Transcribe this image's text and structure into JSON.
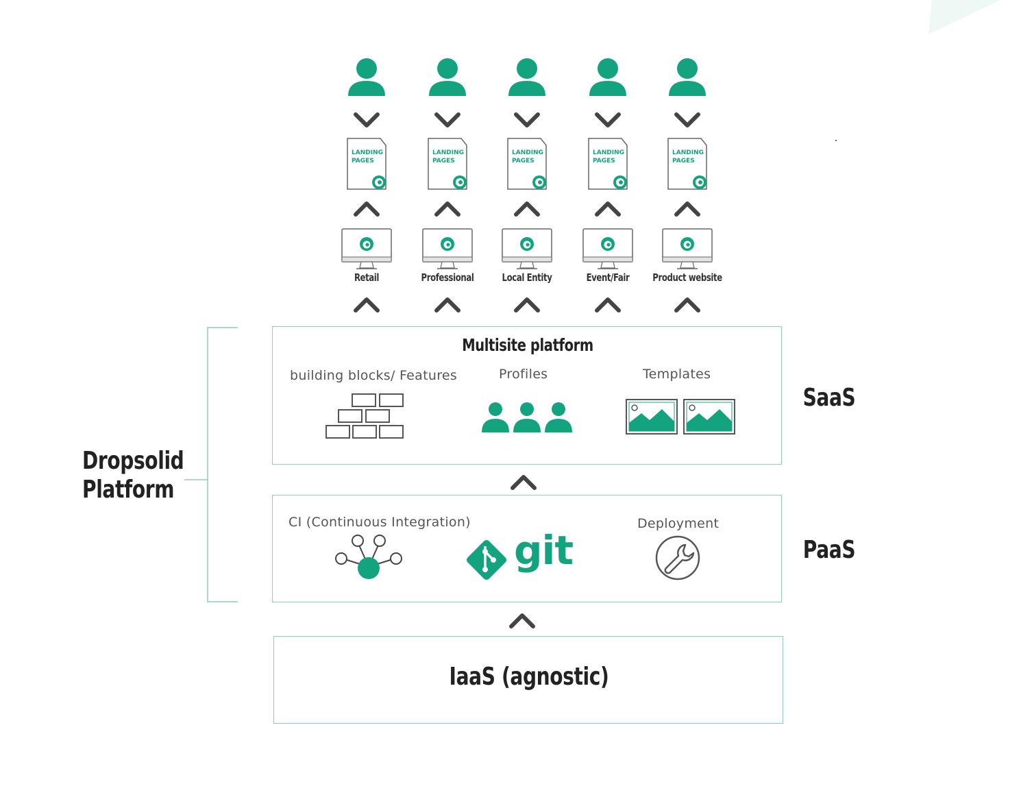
{
  "colors": {
    "accent": "#14a37f",
    "border": "#8fcdb8",
    "chevron": "#444444",
    "text_dark": "#222222"
  },
  "columns": [
    {
      "label": "Retail",
      "doc_text_1": "LANDING",
      "doc_text_2": "PAGES"
    },
    {
      "label": "Professional",
      "doc_text_1": "LANDING",
      "doc_text_2": "PAGES"
    },
    {
      "label": "Local Entity",
      "doc_text_1": "LANDING",
      "doc_text_2": "PAGES"
    },
    {
      "label": "Event/Fair",
      "doc_text_1": "LANDING",
      "doc_text_2": "PAGES"
    },
    {
      "label": "Product website",
      "doc_text_1": "LANDING",
      "doc_text_2": "PAGES"
    }
  ],
  "platform": {
    "label_line1": "Dropsolid",
    "label_line2": "Platform"
  },
  "saas": {
    "tier_label": "SaaS",
    "title": "Multisite platform",
    "blocks_label": "building blocks/ Features",
    "profiles_label": "Profiles",
    "templates_label": "Templates"
  },
  "paas": {
    "tier_label": "PaaS",
    "ci_label": "CI (Continuous Integration)",
    "git_label": "git",
    "deployment_label": "Deployment"
  },
  "iaas": {
    "title": "IaaS (agnostic)"
  }
}
